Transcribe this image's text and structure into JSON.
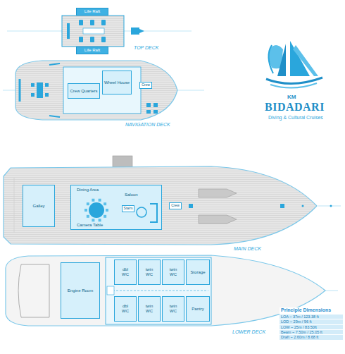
{
  "diagram": {
    "nodes": [
      {
        "text": [
          "Life Raft"
        ]
      },
      {
        "text": [
          "Life Raft"
        ]
      },
      {
        "text": [
          "Wheel House"
        ]
      },
      {
        "text": [
          "Crew Quarters"
        ]
      },
      {
        "text": [
          "Crew"
        ]
      },
      {
        "text": [
          "Galley"
        ]
      },
      {
        "text": [
          "Dining Area",
          "Saloon",
          "Camera Table"
        ]
      },
      {
        "text": [
          "Stairs"
        ],
        "in": 6
      },
      {
        "text": [
          "Crew"
        ]
      },
      {
        "text": [
          "Engine Room"
        ]
      },
      {
        "text": [
          "dbl",
          "WC"
        ]
      },
      {
        "text": [
          "twin",
          "WC"
        ]
      },
      {
        "text": [
          "twin",
          "WC"
        ]
      },
      {
        "text": [
          "Storage"
        ]
      },
      {
        "text": [
          "dbl",
          "WC"
        ]
      },
      {
        "text": [
          "twin",
          "WC"
        ]
      },
      {
        "text": [
          "twin",
          "WC"
        ]
      },
      {
        "text": [
          "Pantry"
        ]
      },
      {
        "text": [
          "Principle Dimensions",
          "LOA ~ 37m / 123.38 ft",
          "LOD ~ 29m / 96 ft",
          "LOW ~ 25m / 83.50ft",
          "Beam ~ 7.50m / 25.05 ft",
          "Draft ~ 2.60m / 8.68 ft"
        ]
      }
    ],
    "labels": [
      "TOP DECK",
      "NAVIGATION DECK",
      "MAIN DECK",
      "LOWER DECK",
      "KM",
      "BIDADARI",
      "Diving & Cultural Cruises"
    ]
  }
}
